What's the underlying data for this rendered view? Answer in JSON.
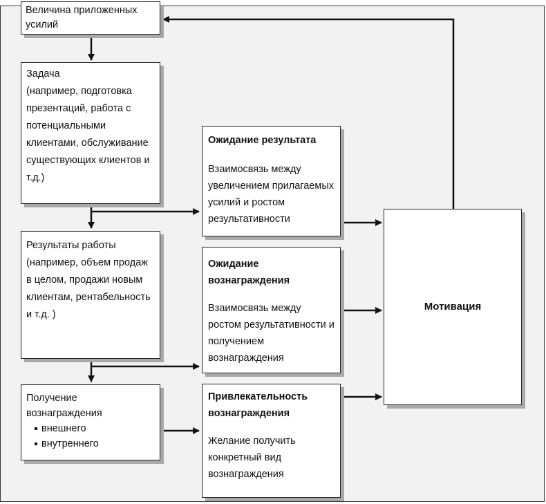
{
  "effort": {
    "text": "Величина приложенных усилий"
  },
  "task": {
    "title": "Задача",
    "description": "(например, подготовка презентаций, работа с потенциальными клиентами, обслуживание существующих клиентов и т.д.)"
  },
  "results": {
    "title": "Результаты работы",
    "description": "(например, объем продаж в целом, продажи новым клиентам, рентабельность и т.д. )"
  },
  "rewards": {
    "title": "Получение вознаграждения",
    "items": [
      "внешнего",
      "внутреннего"
    ]
  },
  "expectancy_result": {
    "title": "Ожидание результата",
    "description": "Взаимосвязь между увеличением прилагаемых усилий и ростом результативности"
  },
  "expectancy_reward": {
    "title": "Ожидание вознаграждения",
    "description": "Взаимосвязь между ростом результативности и получением вознаграждения"
  },
  "valence": {
    "title": "Привлекательность вознаграждения",
    "description": "Желание получить конкретный вид вознаграждения"
  },
  "motivation": {
    "label": "Мотивация"
  }
}
